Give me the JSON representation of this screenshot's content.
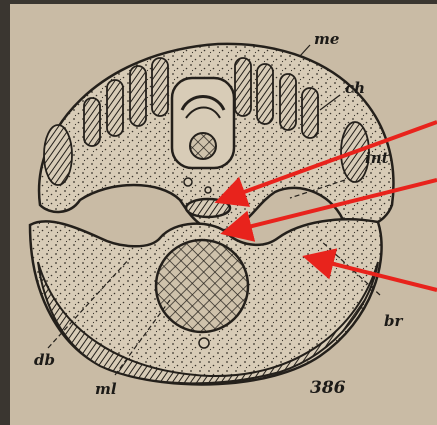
{
  "figure": {
    "number": "386",
    "colors": {
      "paper": "#c9bba5",
      "ink": "#24201b",
      "tissue": "#d6c9b4",
      "arrow": "#e8231c",
      "frame": "#3a3630"
    }
  },
  "labels": [
    {
      "id": "me",
      "text": "me"
    },
    {
      "id": "ch",
      "text": "ch"
    },
    {
      "id": "int",
      "text": "int"
    },
    {
      "id": "br",
      "text": "br"
    },
    {
      "id": "db",
      "text": "db"
    },
    {
      "id": "ml",
      "text": "ml"
    }
  ],
  "arrows": [
    {
      "name": "arrow-to-intestine"
    },
    {
      "name": "arrow-to-dorsal-junction"
    },
    {
      "name": "arrow-to-branchial-cavity"
    }
  ]
}
